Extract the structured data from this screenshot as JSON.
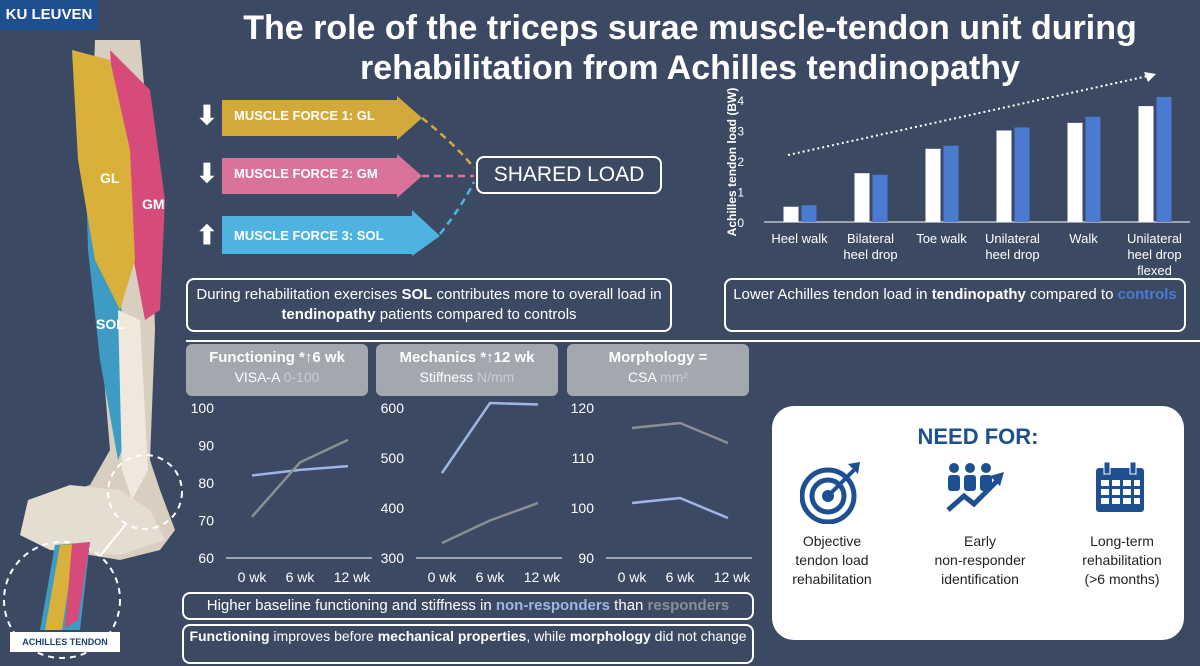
{
  "logo": "KU LEUVEN",
  "title": {
    "line1": "The role of the triceps surae muscle-tendon unit during",
    "line2": "rehabilitation from Achilles tendinopathy"
  },
  "anatomy": {
    "labels": [
      "GL",
      "GM",
      "SOL"
    ],
    "tendon_label": "ACHILLES TENDON"
  },
  "forces": [
    {
      "label": "MUSCLE FORCE 1: GL",
      "direction": "down",
      "symbol": "⬇",
      "color": "#d4a93c"
    },
    {
      "label": "MUSCLE FORCE 2: GM",
      "direction": "down",
      "symbol": "⬇",
      "color": "#d9739a"
    },
    {
      "label": "MUSCLE FORCE 3: SOL",
      "direction": "up",
      "symbol": "⬆",
      "color": "#4fb3e2"
    }
  ],
  "shared_load": "SHARED LOAD",
  "sol_box": {
    "t1": "During rehabilitation exercises ",
    "b1": "SOL",
    "t2": " contributes more to overall load in ",
    "b2": "tendinopathy",
    "t3": " patients compared to controls"
  },
  "bar_box": {
    "t1": "Lower Achilles tendon load in ",
    "b1": "tendinopathy",
    "t2": " compared to ",
    "b2": "controls"
  },
  "panels": [
    {
      "h1": "Functioning *↑6 wk",
      "h2a": "VISA-A ",
      "h2b": "0-100"
    },
    {
      "h1": "Mechanics *↑12 wk",
      "h2a": "Stiffness ",
      "h2b": "N/mm"
    },
    {
      "h1": "Morphology =",
      "h2a": "CSA ",
      "h2b": "mm²"
    }
  ],
  "line_box1": {
    "t1": "Higher baseline functioning and stiffness in ",
    "b1": "non-responders",
    "t2": " than ",
    "b2": "responders"
  },
  "line_box2": {
    "b1": "Functioning",
    "t1": " improves before ",
    "b2": "mechanical properties",
    "t2": ", while ",
    "b3": "morphology",
    "t3": " did not change"
  },
  "need": {
    "title": "NEED FOR:",
    "items": [
      {
        "icon": "target-icon",
        "text1": "Objective",
        "text2": "tendon load",
        "text3": "rehabilitation"
      },
      {
        "icon": "team-growth-icon",
        "text1": "Early",
        "text2": "non-responder",
        "text3": "identification"
      },
      {
        "icon": "calendar-icon",
        "text1": "Long-term",
        "text2": "rehabilitation",
        "text3": "(>6 months)"
      }
    ]
  },
  "colors": {
    "tendinopathy": "#ffffff",
    "controls": "#4a7bd0",
    "non_responders": "#9fb5e6",
    "responders": "#8a8f96"
  },
  "chart_data": [
    {
      "type": "bar",
      "ylabel": "Achilles tendon load (BW)",
      "categories": [
        "Heel walk",
        "Bilateral heel drop",
        "Toe walk",
        "Unilateral heel drop",
        "Walk",
        "Unilateral heel drop flexed"
      ],
      "category_lines": [
        [
          "Heel walk"
        ],
        [
          "Bilateral",
          "heel drop"
        ],
        [
          "Toe walk"
        ],
        [
          "Unilateral",
          "heel drop"
        ],
        [
          "Walk"
        ],
        [
          "Unilateral",
          "heel drop",
          "flexed"
        ]
      ],
      "ylim": [
        0,
        4
      ],
      "yticks": [
        0,
        1,
        2,
        3,
        4
      ],
      "series": [
        {
          "values": [
            0.5,
            1.6,
            2.4,
            3.0,
            3.25,
            3.8
          ],
          "color": "#ffffff"
        },
        {
          "values": [
            0.55,
            1.55,
            2.5,
            3.1,
            3.45,
            4.1
          ],
          "color": "#4a7bd0"
        }
      ],
      "trend_arrow": true
    },
    {
      "type": "line",
      "categories": [
        "0 wk",
        "6 wk",
        "12 wk"
      ],
      "ylim": [
        60,
        100
      ],
      "yticks": [
        60,
        70,
        80,
        90,
        100
      ],
      "series": [
        {
          "values": [
            82,
            83.5,
            84.5
          ],
          "color": "#9fb5e6"
        },
        {
          "values": [
            71,
            85.5,
            91.5
          ],
          "color": "#8a8f96"
        }
      ]
    },
    {
      "type": "line",
      "categories": [
        "0 wk",
        "6 wk",
        "12 wk"
      ],
      "ylim": [
        300,
        600
      ],
      "yticks": [
        300,
        400,
        500,
        600
      ],
      "series": [
        {
          "values": [
            470,
            610,
            607
          ],
          "color": "#9fb5e6"
        },
        {
          "values": [
            330,
            375,
            410
          ],
          "color": "#8a8f96"
        }
      ]
    },
    {
      "type": "line",
      "categories": [
        "0 wk",
        "6 wk",
        "12 wk"
      ],
      "ylim": [
        90,
        120
      ],
      "yticks": [
        90,
        100,
        110,
        120
      ],
      "series": [
        {
          "values": [
            101,
            102,
            98
          ],
          "color": "#9fb5e6"
        },
        {
          "values": [
            116,
            117,
            113
          ],
          "color": "#8a8f96"
        }
      ]
    }
  ]
}
